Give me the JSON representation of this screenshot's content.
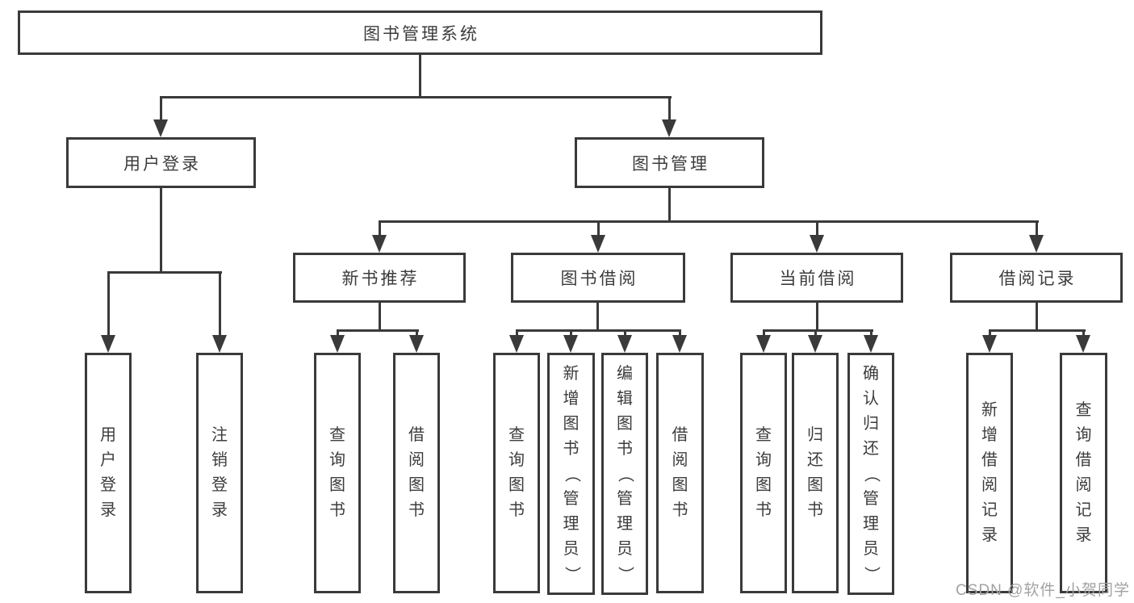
{
  "diagram": {
    "title_node": {
      "label": "图书管理系统"
    },
    "level2": [
      {
        "label": "用户登录"
      },
      {
        "label": "图书管理"
      }
    ],
    "level3": [
      {
        "label": "新书推荐"
      },
      {
        "label": "图书借阅"
      },
      {
        "label": "当前借阅"
      },
      {
        "label": "借阅记录"
      }
    ],
    "leaves": [
      {
        "label": "用户登录",
        "parent": "用户登录"
      },
      {
        "label": "注销登录",
        "parent": "用户登录"
      },
      {
        "label": "查询图书",
        "parent": "新书推荐"
      },
      {
        "label": "借阅图书",
        "parent": "新书推荐"
      },
      {
        "label": "查询图书",
        "parent": "图书借阅"
      },
      {
        "label": "新增图书（管理员）",
        "parent": "图书借阅"
      },
      {
        "label": "编辑图书（管理员）",
        "parent": "图书借阅"
      },
      {
        "label": "借阅图书",
        "parent": "图书借阅"
      },
      {
        "label": "查询图书",
        "parent": "当前借阅"
      },
      {
        "label": "归还图书",
        "parent": "当前借阅"
      },
      {
        "label": "确认归还（管理员）",
        "parent": "当前借阅"
      },
      {
        "label": "新增借阅记录",
        "parent": "借阅记录"
      },
      {
        "label": "查询借阅记录",
        "parent": "借阅记录"
      }
    ],
    "colors": {
      "line": "#3a3a3a",
      "text": "#3c3c3c",
      "watermark": "#a2a2a2",
      "background": "#ffffff"
    },
    "watermark": "CSDN @软件_小贺同学"
  }
}
